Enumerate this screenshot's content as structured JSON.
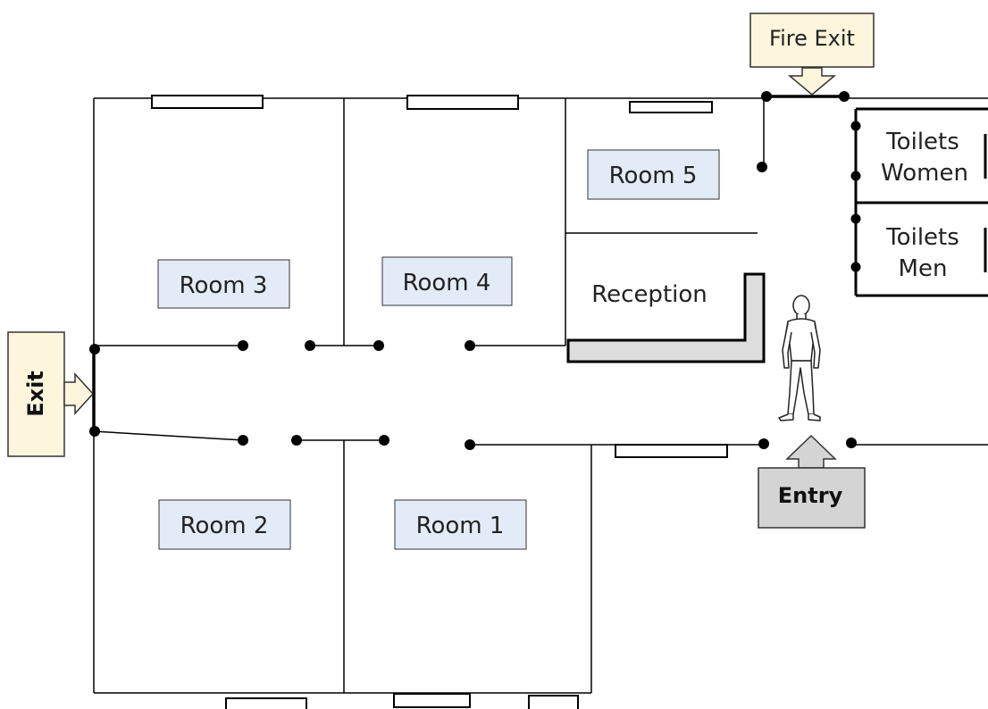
{
  "rooms": {
    "room1": "Room 1",
    "room2": "Room 2",
    "room3": "Room 3",
    "room4": "Room 4",
    "room5": "Room 5",
    "reception": "Reception"
  },
  "toilets": {
    "women_line1": "Toilets",
    "women_line2": "Women",
    "men_line1": "Toilets",
    "men_line2": "Men"
  },
  "signs": {
    "fire_exit": "Fire Exit",
    "exit": "Exit",
    "entry": "Entry"
  },
  "colors": {
    "room_label_fill": "#e3ebf7",
    "exit_sign_fill": "#fdf5dc",
    "entry_sign_fill": "#d4d4d4",
    "reception_desk_fill": "#dddddd",
    "wall": "#000000"
  },
  "icons": {
    "person": "standing-person-icon"
  }
}
